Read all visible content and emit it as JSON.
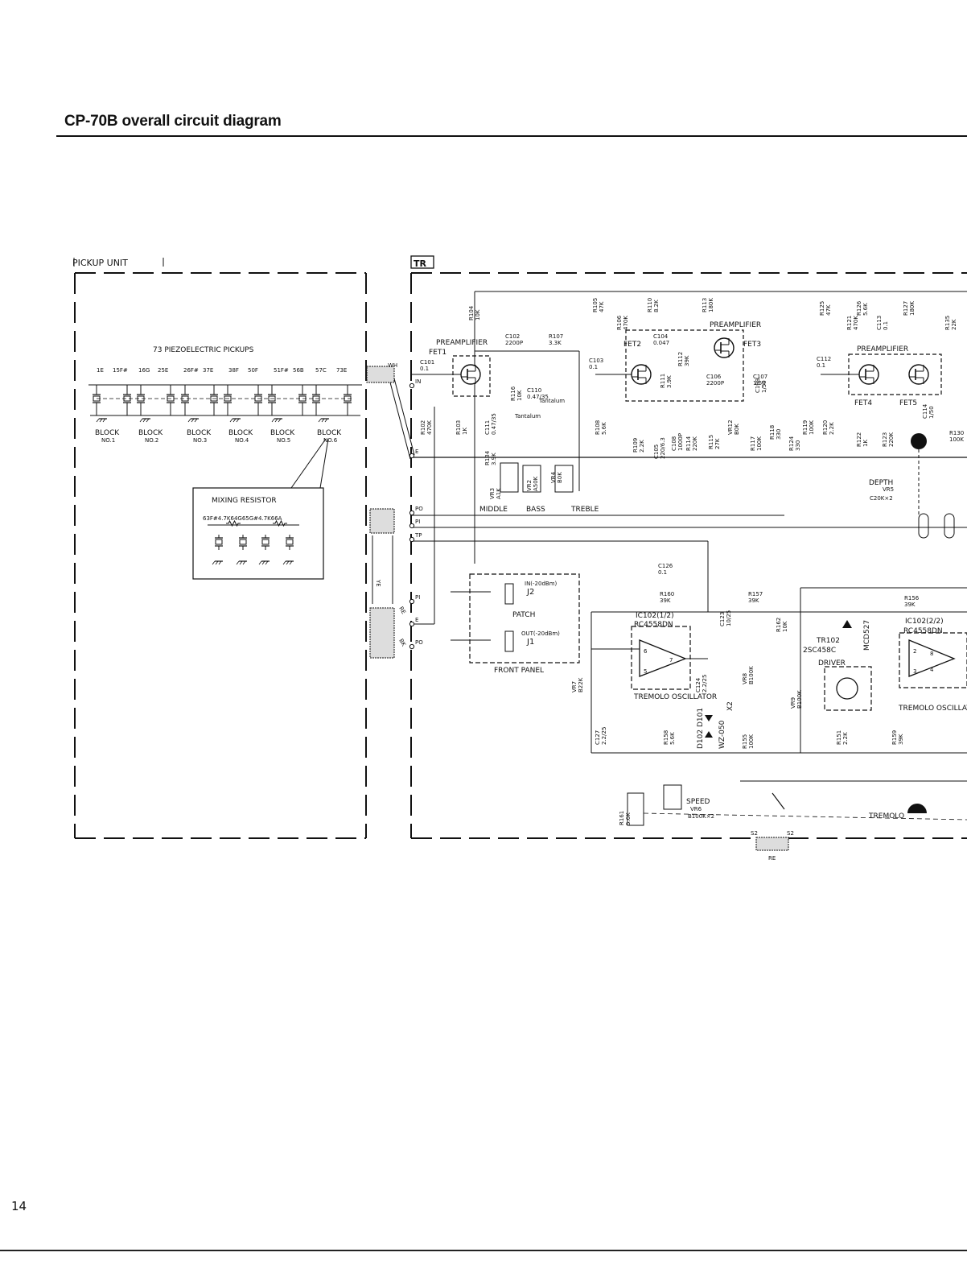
{
  "page": {
    "title": "CP-70B overall circuit diagram",
    "page_number": "14"
  },
  "pickup_unit": {
    "label": "PICKUP UNIT",
    "heading": "73 PIEZOELECTRIC PICKUPS",
    "notes": [
      "1E",
      "15F#",
      "16G",
      "25E",
      "26F#",
      "37E",
      "38F",
      "50F",
      "51F#",
      "56B",
      "57C",
      "73E"
    ],
    "blocks": [
      {
        "name": "BLOCK",
        "num": "NO.1"
      },
      {
        "name": "BLOCK",
        "num": "NO.2"
      },
      {
        "name": "BLOCK",
        "num": "NO.3"
      },
      {
        "name": "BLOCK",
        "num": "NO.4"
      },
      {
        "name": "BLOCK",
        "num": "NO.5"
      },
      {
        "name": "BLOCK",
        "num": "NO.6"
      }
    ],
    "mixing": {
      "label": "MIXING RESISTOR",
      "formula": "63F#4.7K64G65G#4.7K66A"
    }
  },
  "tr": {
    "label": "TR",
    "wires": {
      "wh": "WH",
      "ye": "YE",
      "re": "RE",
      "bk": "BK",
      "re_bottom": "RE"
    },
    "pins": [
      "IN",
      "E",
      "PO",
      "PI",
      "TP",
      "PI",
      "E",
      "PO"
    ],
    "switch_pins": [
      "S2",
      "S2"
    ],
    "blocks": {
      "preamp1": "PREAMPLIFIER",
      "fet1": "FET1",
      "fet2": "FET2",
      "fet3": "FET3",
      "preamp2": "PREAMPLIFIER",
      "preamp3": "PREAMPLIFIER",
      "fet4": "FET4",
      "fet5": "FET5",
      "tantalum1": "Tantalum",
      "tantalum2": "Tantalum",
      "middle": "MIDDLE",
      "bass": "BASS",
      "treble": "TREBLE",
      "depth": "DEPTH",
      "depth_vr": "VR5",
      "depth_value": "C20K×2",
      "jack_in": "IN(-20dBm)",
      "j2": "J2",
      "patch": "PATCH",
      "jack_out": "OUT(-20dBm)",
      "j1": "J1",
      "front_panel": "FRONT PANEL",
      "ic1": "IC102(1/2)",
      "ic1_part": "RC4558DN",
      "ic2": "IC102(2/2)",
      "ic2_part": "RC4558DN",
      "osc1": "TREMOLO OSCILLATOR",
      "osc2": "TREMOLO OSCILLATOR",
      "tr102": "TR102",
      "tr102_part": "2SC458C",
      "driver": "DRIVER",
      "led": "MCD527",
      "diodes": "D102 D101",
      "zener": "WZ-050",
      "zener_count": "X2",
      "speed": "SPEED",
      "speed_vr": "VR6",
      "speed_value": "B100K×2",
      "tremolo": "TREMOLO"
    },
    "components": [
      {
        "ref": "R104",
        "val": "10K"
      },
      {
        "ref": "C102",
        "val": "2200P"
      },
      {
        "ref": "R107",
        "val": "3.3K"
      },
      {
        "ref": "C101",
        "val": "0.1"
      },
      {
        "ref": "R116",
        "val": "10K"
      },
      {
        "ref": "C110",
        "val": "0.47/35"
      },
      {
        "ref": "C111",
        "val": "0.47/35"
      },
      {
        "ref": "R102",
        "val": "470K"
      },
      {
        "ref": "R103",
        "val": "1K"
      },
      {
        "ref": "R134",
        "val": "3.9K"
      },
      {
        "ref": "VR3",
        "val": "A1K"
      },
      {
        "ref": "VR2",
        "val": "A50K"
      },
      {
        "ref": "VR4",
        "val": "B0K"
      },
      {
        "ref": "C103",
        "val": "0.1"
      },
      {
        "ref": "R108",
        "val": "5.6K"
      },
      {
        "ref": "R105",
        "val": "47K"
      },
      {
        "ref": "R106",
        "val": "470K"
      },
      {
        "ref": "R110",
        "val": "8.2K"
      },
      {
        "ref": "C104",
        "val": "0.047"
      },
      {
        "ref": "R111",
        "val": "3.9K"
      },
      {
        "ref": "R112",
        "val": "39K"
      },
      {
        "ref": "R113",
        "val": "180K"
      },
      {
        "ref": "C106",
        "val": "2200P"
      },
      {
        "ref": "C107",
        "val": "1/50"
      },
      {
        "ref": "C109",
        "val": "1/50"
      },
      {
        "ref": "R109",
        "val": "2.2K"
      },
      {
        "ref": "C105",
        "val": "220/6.3"
      },
      {
        "ref": "C108",
        "val": "1000P"
      },
      {
        "ref": "R114",
        "val": "220K"
      },
      {
        "ref": "R115",
        "val": "27K"
      },
      {
        "ref": "VR12",
        "val": "B0K"
      },
      {
        "ref": "R117",
        "val": "100K"
      },
      {
        "ref": "R118",
        "val": "330"
      },
      {
        "ref": "R124",
        "val": "330"
      },
      {
        "ref": "R119",
        "val": "100K"
      },
      {
        "ref": "R120",
        "val": "2.2K"
      },
      {
        "ref": "C112",
        "val": "0.1"
      },
      {
        "ref": "R125",
        "val": "47K"
      },
      {
        "ref": "R121",
        "val": "470K"
      },
      {
        "ref": "R126",
        "val": "5.6K"
      },
      {
        "ref": "C113",
        "val": "0.1"
      },
      {
        "ref": "R127",
        "val": "180K"
      },
      {
        "ref": "R135",
        "val": "22K"
      },
      {
        "ref": "R122",
        "val": "1K"
      },
      {
        "ref": "R123",
        "val": "220K"
      },
      {
        "ref": "C114",
        "val": "1/50"
      },
      {
        "ref": "R130",
        "val": "100K"
      },
      {
        "ref": "C126",
        "val": "0.1"
      },
      {
        "ref": "R160",
        "val": "39K"
      },
      {
        "ref": "R157",
        "val": "39K"
      },
      {
        "ref": "C123",
        "val": "10/25"
      },
      {
        "ref": "C124",
        "val": "2.2/25"
      },
      {
        "ref": "VR8",
        "val": "B100K"
      },
      {
        "ref": "VR7",
        "val": "B22K"
      },
      {
        "ref": "C127",
        "val": "2.2/25"
      },
      {
        "ref": "R158",
        "val": "5.6K"
      },
      {
        "ref": "R155",
        "val": "100K"
      },
      {
        "ref": "R161",
        "val": "5.6K"
      },
      {
        "ref": "R162",
        "val": "10K"
      },
      {
        "ref": "VR9",
        "val": "B100K"
      },
      {
        "ref": "R151",
        "val": "2.2K"
      },
      {
        "ref": "R156",
        "val": "39K"
      },
      {
        "ref": "R159",
        "val": "39K"
      }
    ]
  }
}
